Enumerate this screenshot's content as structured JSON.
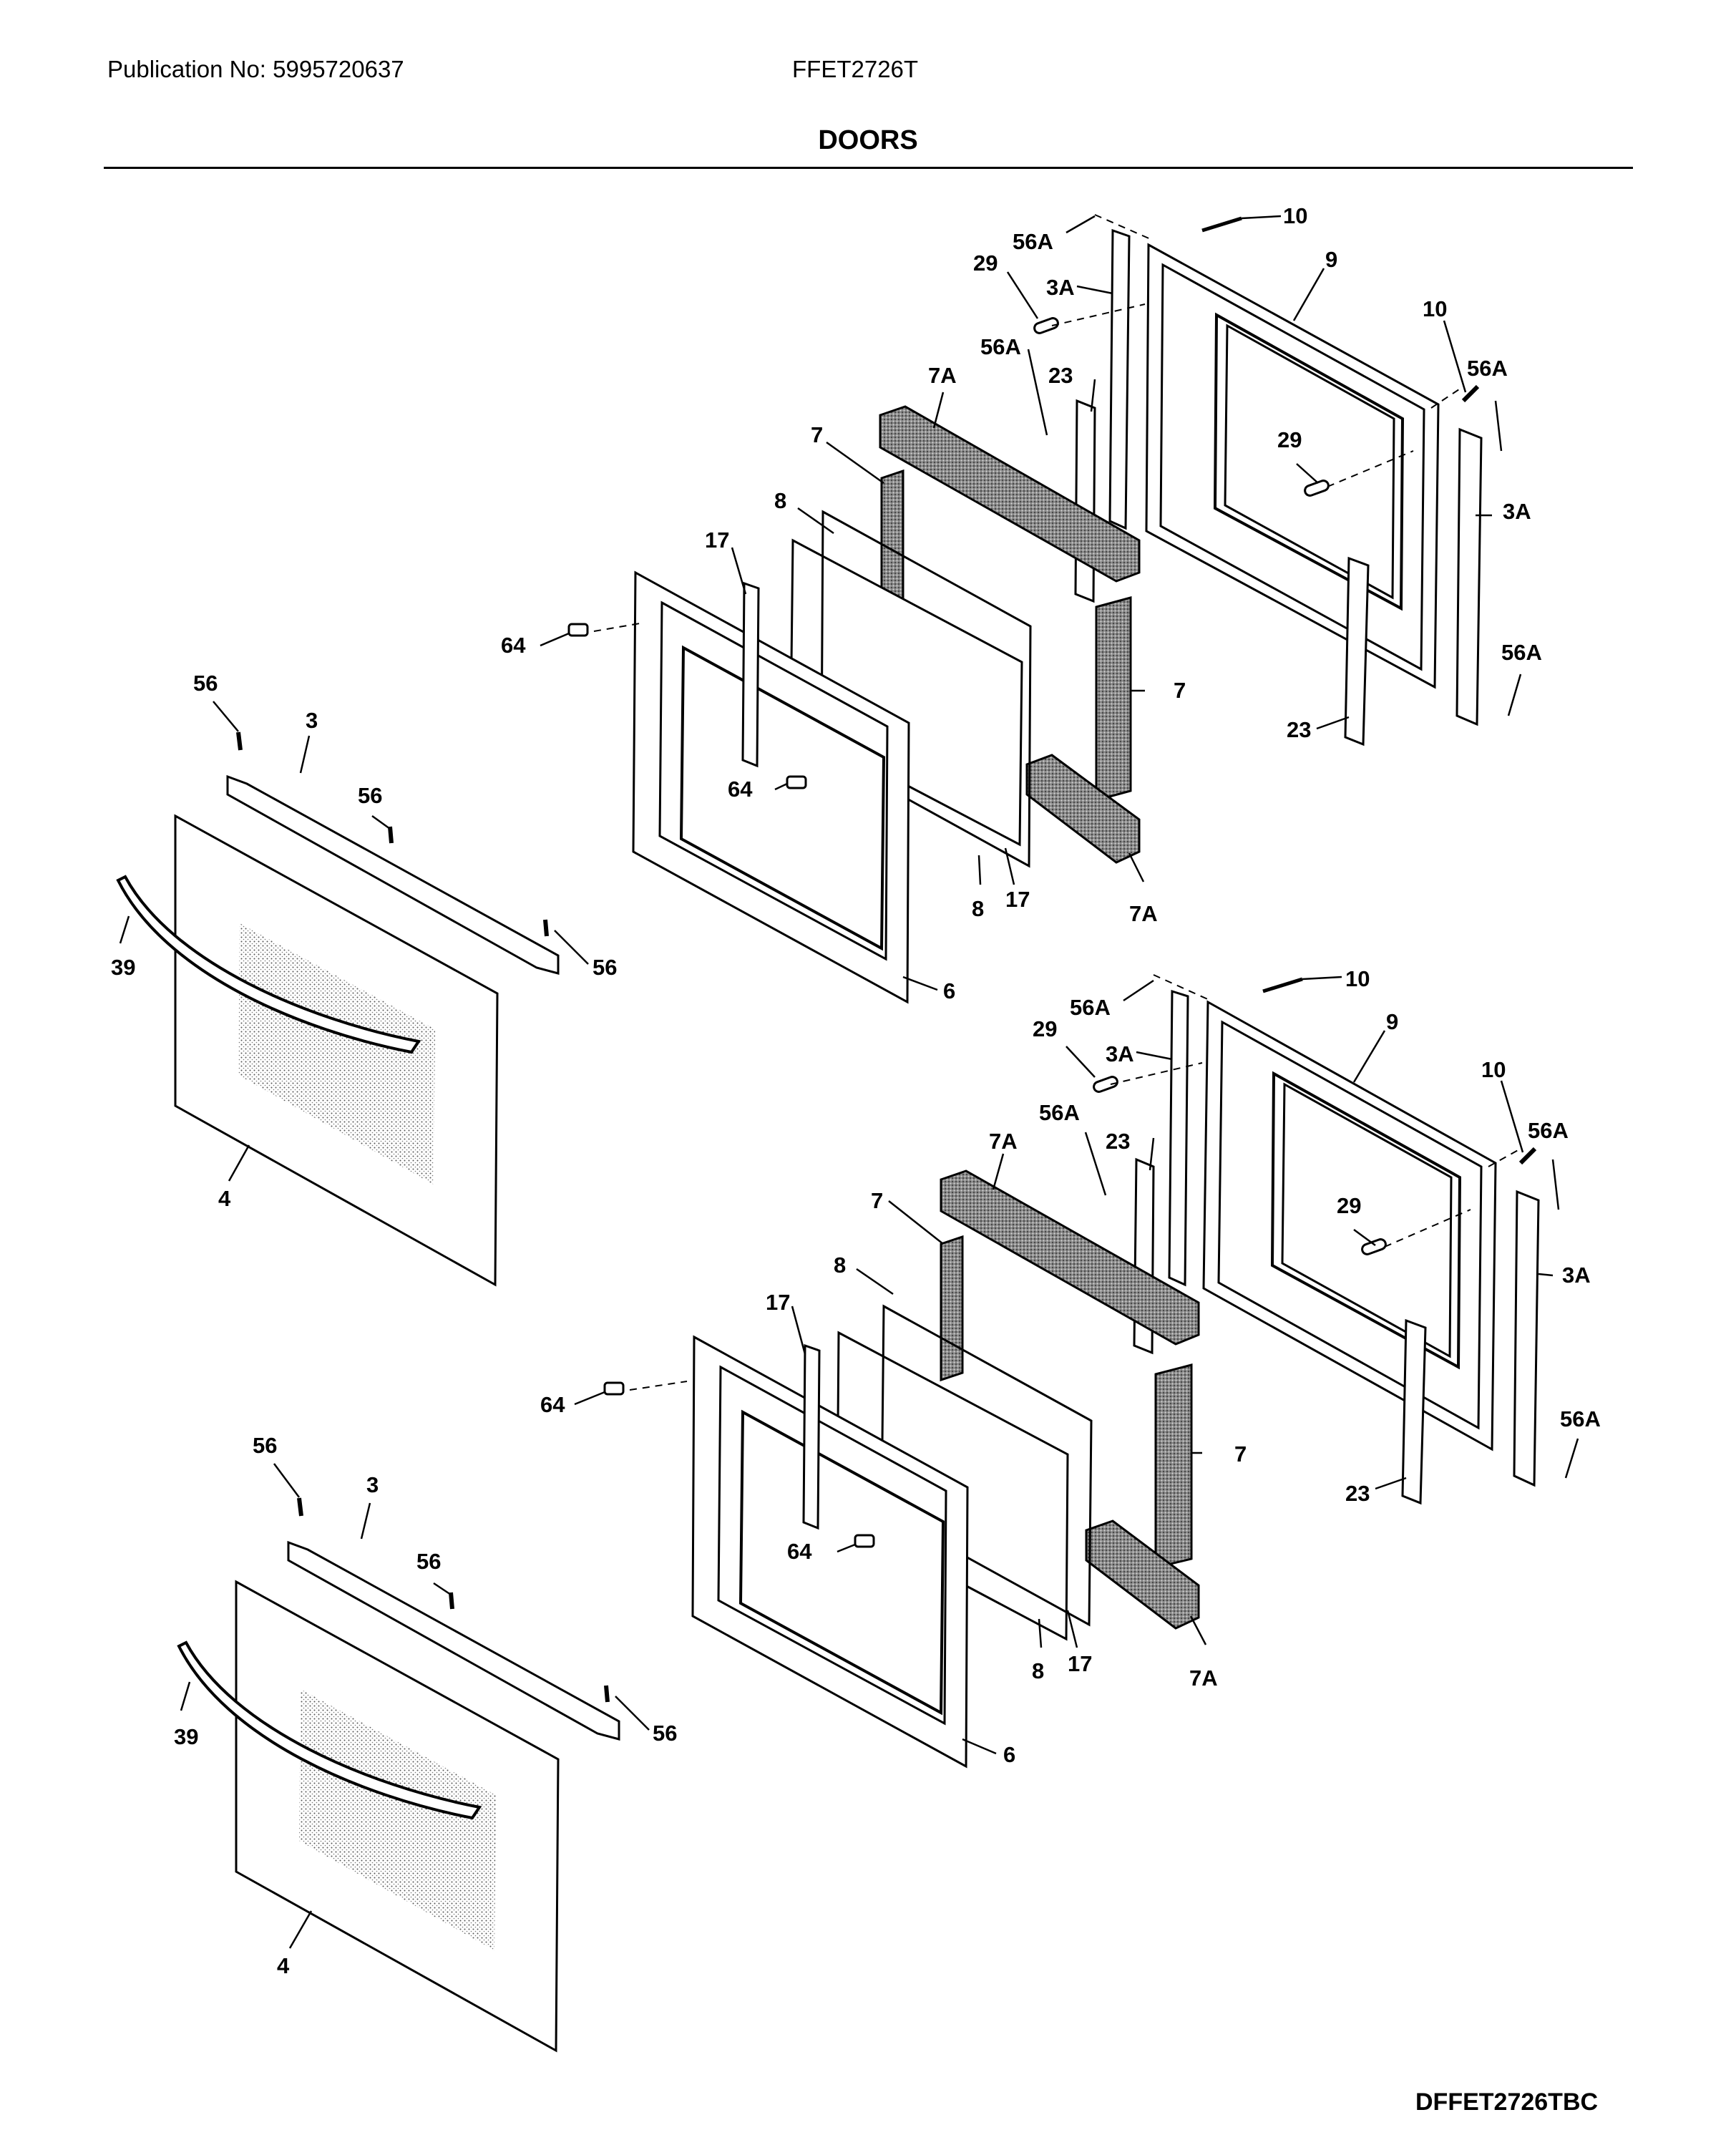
{
  "header": {
    "publication": "Publication No: 5995720637",
    "model": "FFET2726T",
    "title": "DOORS"
  },
  "footer": {
    "diagram_code": "DFFET2726TBC"
  },
  "upper_door_labels": {
    "l56a_a": "56A",
    "l10_a": "10",
    "l29_a": "29",
    "l3a_a": "3A",
    "l9": "9",
    "l10_b": "10",
    "l56a_b": "56A",
    "l56a_c": "56A",
    "l23_a": "23",
    "l7a_a": "7A",
    "l7_a": "7",
    "l29_b": "29",
    "l3a_b": "3A",
    "l8_a": "8",
    "l17_a": "17",
    "l64_a": "64",
    "l56a_d": "56A",
    "l7_b": "7",
    "l23_b": "23",
    "l64_b": "64",
    "l8_b": "8",
    "l17_b": "17",
    "l7a_b": "7A",
    "l6": "6"
  },
  "upper_front_labels": {
    "l56_a": "56",
    "l3": "3",
    "l56_b": "56",
    "l39": "39",
    "l56_c": "56",
    "l4": "4"
  },
  "lower_door_labels": {
    "l56a_a": "56A",
    "l10_a": "10",
    "l29_a": "29",
    "l3a_a": "3A",
    "l9": "9",
    "l10_b": "10",
    "l56a_b": "56A",
    "l56a_c": "56A",
    "l23_a": "23",
    "l7a_a": "7A",
    "l7_a": "7",
    "l29_b": "29",
    "l3a_b": "3A",
    "l8_a": "8",
    "l17_a": "17",
    "l64_a": "64",
    "l7_b": "7",
    "l56a_d": "56A",
    "l23_b": "23",
    "l64_b": "64",
    "l8_b": "8",
    "l17_b": "17",
    "l7a_b": "7A",
    "l6": "6"
  },
  "lower_front_labels": {
    "l56_a": "56",
    "l3": "3",
    "l56_b": "56",
    "l39": "39",
    "l56_c": "56",
    "l4": "4"
  }
}
